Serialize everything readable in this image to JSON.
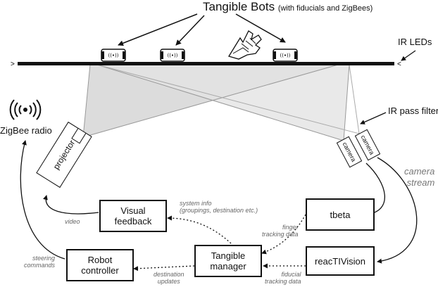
{
  "title": {
    "main": "Tangible Bots",
    "sub": "(with fiducials and ZigBees)"
  },
  "labels": {
    "ir_leds": "IR LEDs",
    "ir_pass_filter": "IR pass filter",
    "zigbee_radio": "ZigBee radio",
    "camera_stream": "camera\nstream",
    "projector": "projector",
    "camera1": "camera",
    "camera2": "camera"
  },
  "boxes": {
    "visual_feedback": "Visual\nfeedback",
    "tbeta": "tbeta",
    "tangible_manager": "Tangible\nmanager",
    "reactivision": "reacTIVision",
    "robot_controller": "Robot\ncontroller"
  },
  "edges": {
    "system_info": "system info\n(groupings, destination etc.)",
    "video": "video",
    "finger_tracking": "finger\ntracking data",
    "steering_commands": "steering\ncommands",
    "destination_updates": "destination\nupdates",
    "fiducial_tracking": "fiducial\ntracking data"
  },
  "colors": {
    "line": "#111111",
    "beam": "#d4d4d4",
    "beam_light": "#e6e6e6",
    "muted_text": "#666666"
  }
}
